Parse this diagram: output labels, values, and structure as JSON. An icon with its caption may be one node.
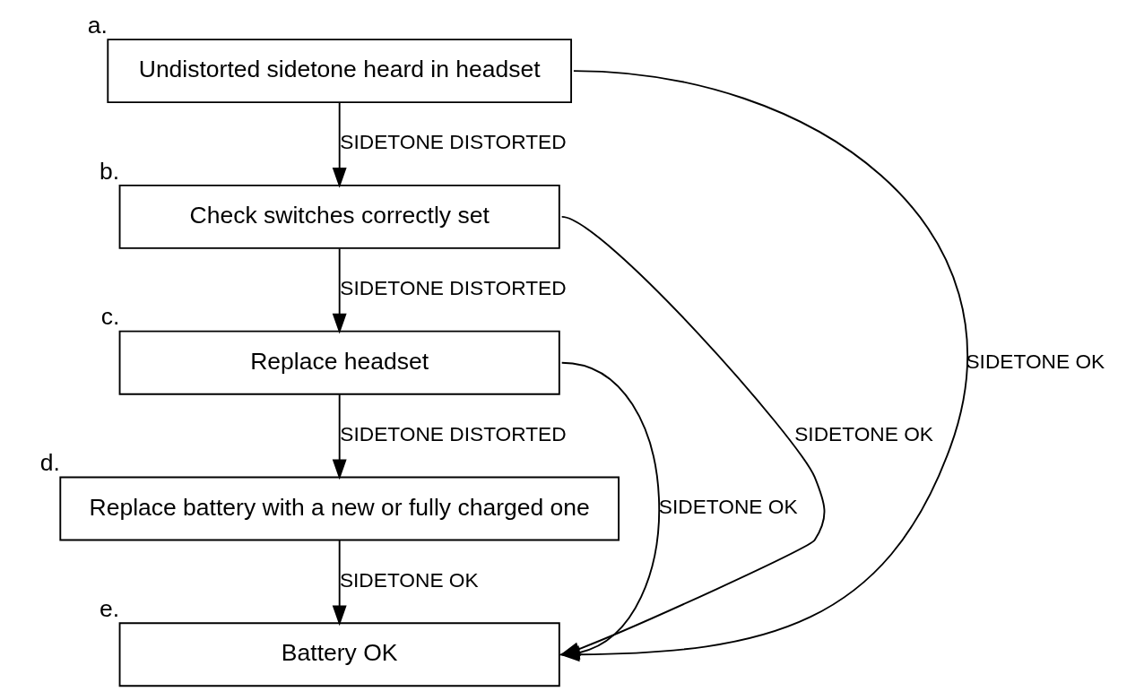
{
  "diagram": {
    "nodes": [
      {
        "text": [
          "Undistorted sidetone heard in headset"
        ],
        "beside": [
          "a."
        ]
      },
      {
        "text": [
          "Check switches correctly set"
        ],
        "beside": [
          "b."
        ]
      },
      {
        "text": [
          "Replace headset"
        ],
        "beside": [
          "c."
        ]
      },
      {
        "text": [
          "Replace battery with a new or fully charged one"
        ],
        "beside": [
          "d."
        ]
      },
      {
        "text": [
          "Battery OK"
        ],
        "beside": [
          "e."
        ]
      }
    ],
    "edges": [
      {
        "from": 0,
        "to": 1,
        "arrow": "to",
        "label": "SIDETONE DISTORTED"
      },
      {
        "from": 1,
        "to": 2,
        "arrow": "to",
        "label": "SIDETONE DISTORTED"
      },
      {
        "from": 2,
        "to": 3,
        "arrow": "to",
        "label": "SIDETONE DISTORTED"
      },
      {
        "from": 0,
        "to": 4,
        "arrow": "to",
        "label": "SIDETONE OK"
      },
      {
        "from": 1,
        "to": 4,
        "arrow": "to",
        "label": "SIDETONE OK"
      },
      {
        "from": 2,
        "to": 4,
        "arrow": "to",
        "label": "SIDETONE OK"
      },
      {
        "from": 3,
        "to": 4,
        "arrow": "to",
        "label": "SIDETONE OK"
      }
    ]
  }
}
